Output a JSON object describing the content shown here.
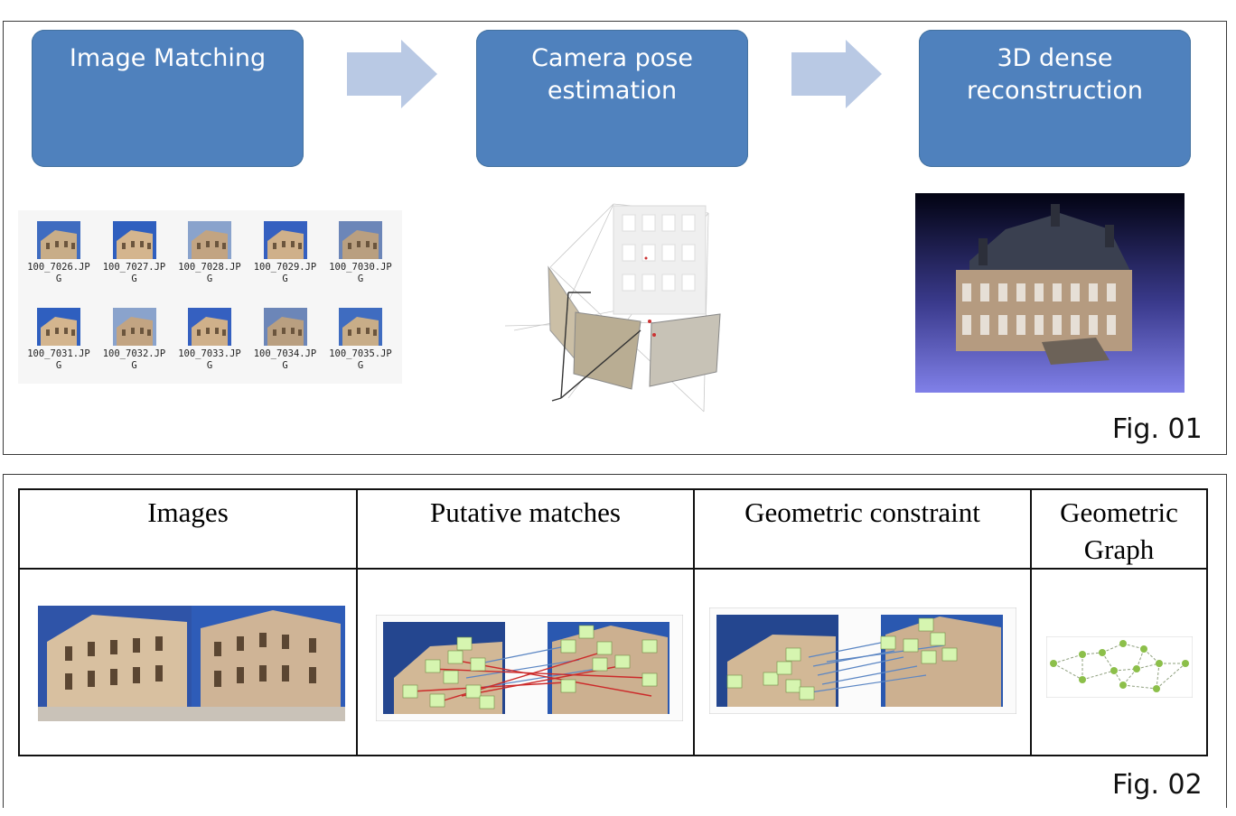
{
  "fig1": {
    "steps": [
      {
        "line1": "Image Matching",
        "line2": ""
      },
      {
        "line1": "Camera pose",
        "line2": "estimation"
      },
      {
        "line1": "3D dense",
        "line2": "reconstruction"
      }
    ],
    "thumbnails": [
      "100_7026.JP\nG",
      "100_7027.JP\nG",
      "100_7028.JP\nG",
      "100_7029.JP\nG",
      "100_7030.JP\nG",
      "100_7031.JP\nG",
      "100_7032.JP\nG",
      "100_7033.JP\nG",
      "100_7034.JP\nG",
      "100_7035.JP\nG"
    ],
    "label": "Fig. 01"
  },
  "fig2": {
    "headers": [
      "Images",
      "Putative matches",
      "Geometric constraint",
      "Geometric Graph"
    ],
    "header4_line1": "Geometric",
    "header4_line2": "Graph",
    "label": "Fig. 02"
  },
  "colors": {
    "step_fill": "#4f81bd",
    "arrow_fill": "#b9c9e4",
    "match_box": "#d6f5b0",
    "graph_node": "#8cbf4a",
    "putative_line": "#cc2a2a",
    "inlier_line": "#5b86c4"
  }
}
